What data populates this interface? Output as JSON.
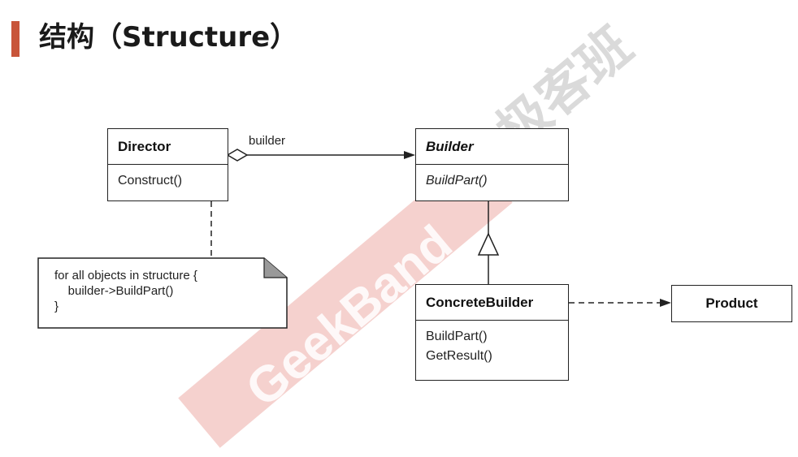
{
  "title": "结构（Structure）",
  "watermark": {
    "band_text": "GeekBand",
    "brand_cn": "极客班"
  },
  "diagram": {
    "classes": {
      "director": {
        "name": "Director",
        "operations": [
          "Construct()"
        ]
      },
      "builder": {
        "name": "Builder",
        "operations": [
          "BuildPart()"
        ],
        "abstract": true
      },
      "concrete_builder": {
        "name": "ConcreteBuilder",
        "operations": [
          "BuildPart()",
          "GetResult()"
        ]
      },
      "product": {
        "name": "Product"
      }
    },
    "note": {
      "text": "for all objects in structure {\n    builder->BuildPart()\n}"
    },
    "relations": [
      {
        "from": "Director",
        "to": "Builder",
        "kind": "aggregation",
        "label": "builder"
      },
      {
        "from": "ConcreteBuilder",
        "to": "Builder",
        "kind": "inheritance"
      },
      {
        "from": "ConcreteBuilder",
        "to": "Product",
        "kind": "dependency"
      },
      {
        "from": "Construct()",
        "to": "note",
        "kind": "note-link"
      }
    ],
    "colors": {
      "accent": "#c8553a",
      "line": "#222222",
      "watermark": "#dc5a50"
    }
  }
}
